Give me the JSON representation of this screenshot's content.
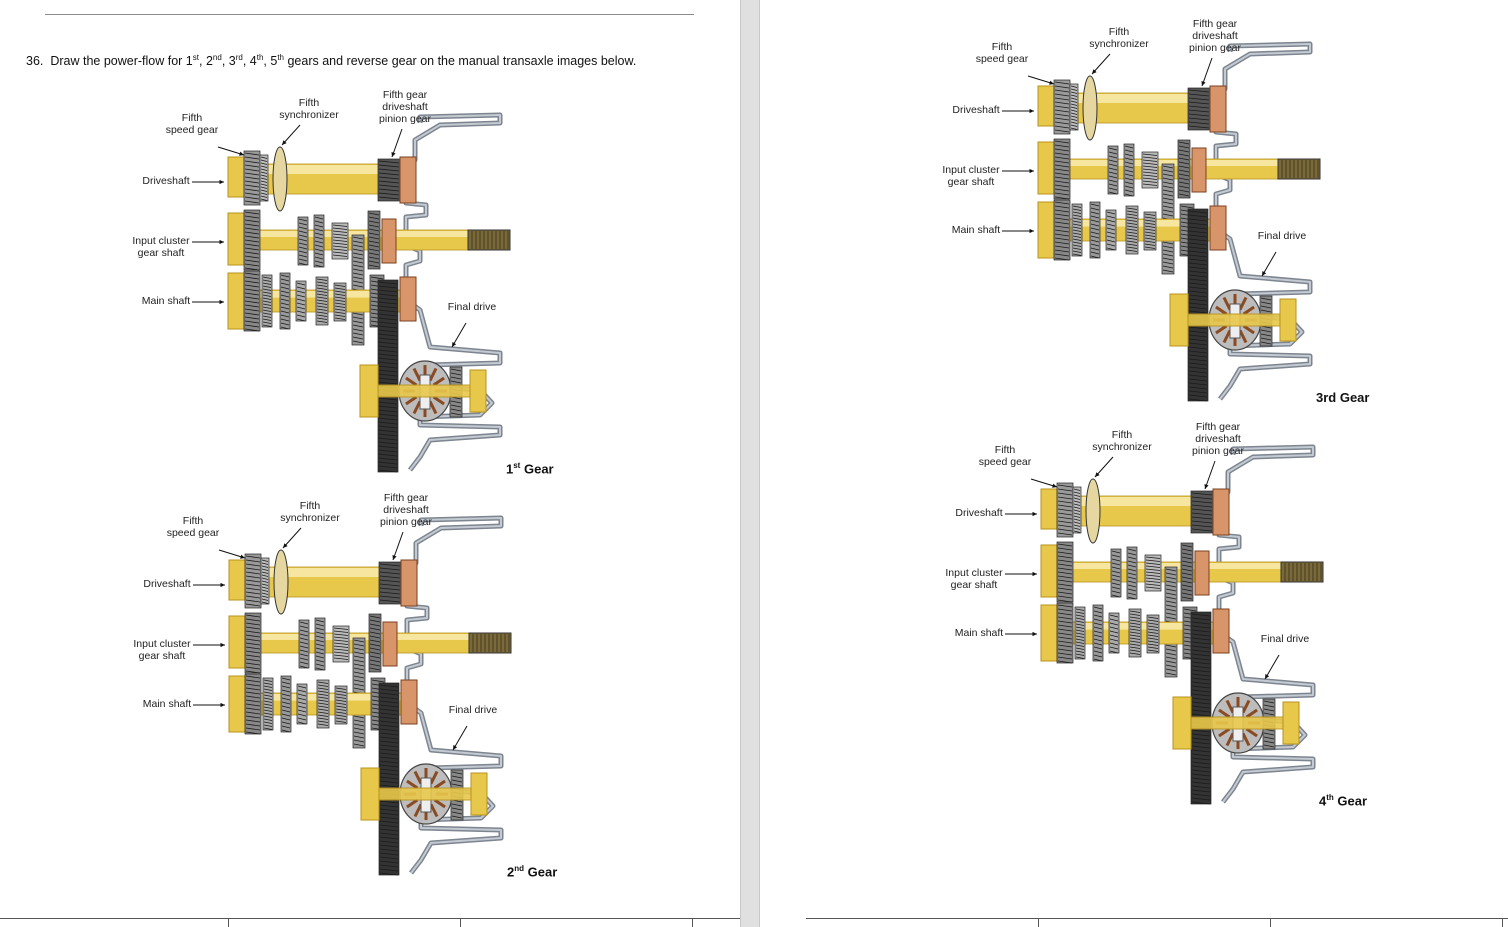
{
  "question": {
    "number": "36.",
    "parts": [
      "Draw the power-flow for 1",
      "st",
      ", 2",
      "nd",
      ", 3",
      "rd",
      ", 4",
      "th",
      ", 5",
      "th",
      " gears and reverse gear on the manual transaxle images below."
    ]
  },
  "labels": {
    "fifth_speed_gear": "Fifth\nspeed gear",
    "fifth_synchronizer": "Fifth\nsynchronizer",
    "fifth_gear_pinion": "Fifth gear\ndriveshaft\npinion gear",
    "driveshaft": "Driveshaft",
    "input_cluster": "Input cluster\ngear shaft",
    "main_shaft": "Main shaft",
    "final_drive": "Final drive"
  },
  "diagrams": [
    {
      "id": "first",
      "caption_main": "1",
      "caption_sup": "st",
      "caption_tail": " Gear"
    },
    {
      "id": "second",
      "caption_main": "2",
      "caption_sup": "nd",
      "caption_tail": " Gear"
    },
    {
      "id": "third",
      "caption_main": "3rd Gear",
      "caption_sup": "",
      "caption_tail": ""
    },
    {
      "id": "fourth",
      "caption_main": "4",
      "caption_sup": "th",
      "caption_tail": " Gear"
    }
  ],
  "colors": {
    "gold": "#e8c84a",
    "gold_dark": "#b8921c",
    "copper": "#d9956a",
    "steel": "#7d8590",
    "steel_light": "#c4cad2",
    "gear_dark": "#4a4a4a"
  }
}
